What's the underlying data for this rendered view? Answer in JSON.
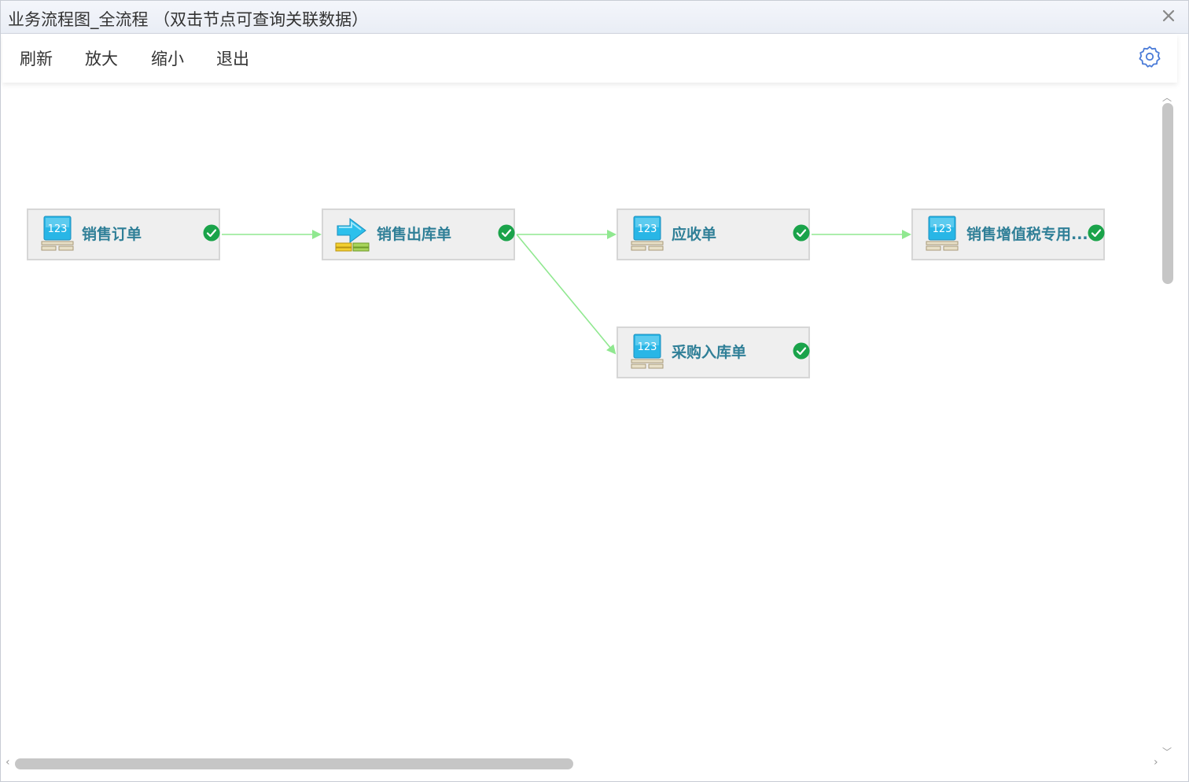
{
  "window": {
    "title": "业务流程图_全流程 （双击节点可查询关联数据）",
    "close_glyph": "×"
  },
  "toolbar": {
    "refresh_label": "刷新",
    "zoom_in_label": "放大",
    "zoom_out_label": "缩小",
    "exit_label": "退出",
    "settings_icon": "gear-icon",
    "accent_color": "#4a7bd8"
  },
  "flow": {
    "nodes": [
      {
        "id": "sales-order",
        "label": "销售订单",
        "icon": "document-123-icon",
        "status": "done"
      },
      {
        "id": "sales-outbound",
        "label": "销售出库单",
        "icon": "outbound-arrow-icon",
        "status": "done"
      },
      {
        "id": "receivable",
        "label": "应收单",
        "icon": "document-123-icon",
        "status": "done"
      },
      {
        "id": "vat-invoice",
        "label": "销售增值税专用...",
        "icon": "document-123-icon",
        "status": "done"
      },
      {
        "id": "purchase-inbound",
        "label": "采购入库单",
        "icon": "document-123-icon",
        "status": "done"
      }
    ],
    "edges": [
      {
        "from": "sales-order",
        "to": "sales-outbound"
      },
      {
        "from": "sales-outbound",
        "to": "receivable"
      },
      {
        "from": "receivable",
        "to": "vat-invoice"
      },
      {
        "from": "sales-outbound",
        "to": "purchase-inbound"
      }
    ],
    "edge_color": "#90e890",
    "status_color": "#1aa34a"
  }
}
